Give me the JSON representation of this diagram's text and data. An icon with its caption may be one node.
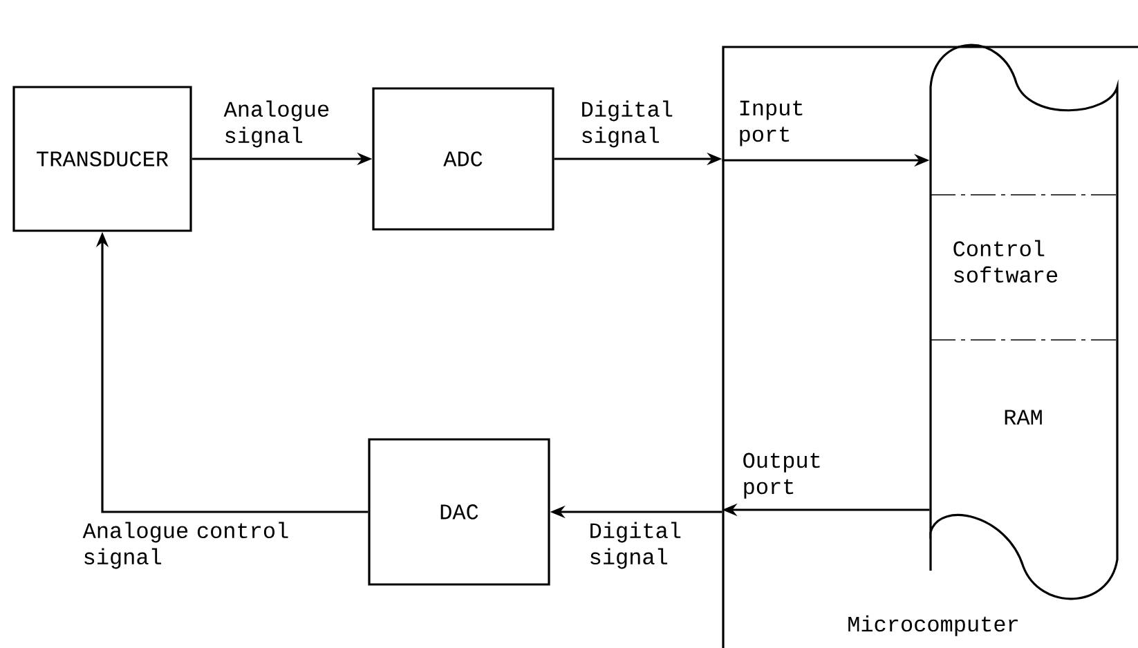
{
  "diagram": {
    "nodes": [
      {
        "text": [
          "TRANSDUCER"
        ]
      },
      {
        "text": [
          "ADC"
        ]
      },
      {
        "text": [
          "Microcomputer"
        ]
      },
      {
        "text": [
          "Control software",
          "RAM"
        ],
        "in": 2
      },
      {
        "text": [
          "DAC"
        ]
      }
    ],
    "edges": [
      {
        "from": 0,
        "to": 1,
        "arrow": "to",
        "label": "Analogue signal"
      },
      {
        "from": 1,
        "to": 2,
        "arrow": "to",
        "label": "Digital signal"
      },
      {
        "from": 2,
        "to": 3,
        "arrow": "to",
        "label": "Input port"
      },
      {
        "from": 3,
        "to": 2,
        "arrow": "to",
        "label": "Output port"
      },
      {
        "from": 2,
        "to": 4,
        "arrow": "to",
        "label": "Digital signal"
      },
      {
        "from": 4,
        "to": 0,
        "arrow": "to",
        "label": "Analogue control signal"
      }
    ]
  }
}
